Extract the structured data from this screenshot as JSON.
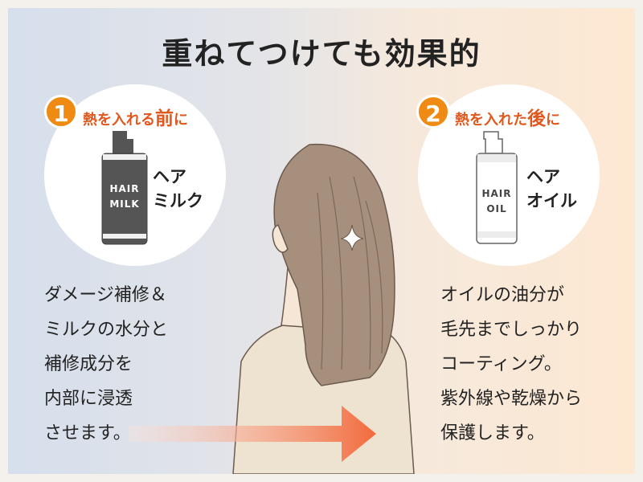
{
  "title": "重ねてつけても効果的",
  "left": {
    "number": "1",
    "step_prefix": "熱を入れる",
    "step_emphasis": "前",
    "step_suffix": "に",
    "bottle_label": [
      "HAIR",
      "MILK"
    ],
    "product_name": [
      "ヘア",
      "ミルク"
    ],
    "description": [
      "ダメージ補修＆",
      "ミルクの水分と",
      "補修成分を",
      "内部に浸透",
      "させます。"
    ]
  },
  "right": {
    "number": "2",
    "step_prefix": "熱を入れた",
    "step_emphasis": "後",
    "step_suffix": "に",
    "bottle_label": [
      "HAIR",
      "OIL"
    ],
    "product_name": [
      "ヘア",
      "オイル"
    ],
    "description": [
      "オイルの油分が",
      "毛先までしっかり",
      "コーティング。",
      "紫外線や乾燥から",
      "保護します。"
    ]
  },
  "colors": {
    "accent": "#ef8a12",
    "step_text": "#e0581e",
    "arrow": "#f26a3c"
  }
}
